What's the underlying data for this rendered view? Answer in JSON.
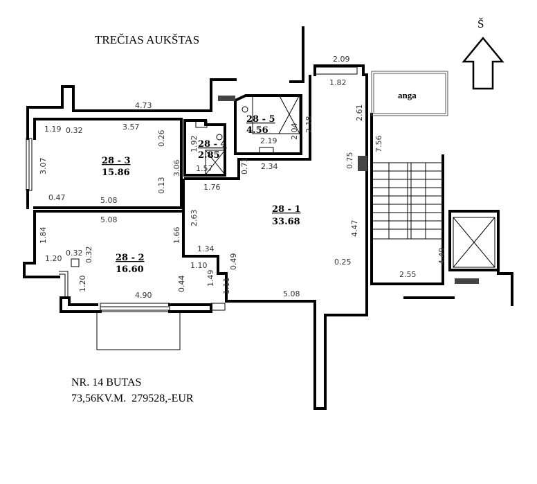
{
  "title": "TREČIAS AUKŠTAS",
  "north_label": "Š",
  "opening_label": "anga",
  "rooms": [
    {
      "id": "28 - 1",
      "area": "33.68"
    },
    {
      "id": "28 - 2",
      "area": "16.60"
    },
    {
      "id": "28 - 3",
      "area": "15.86"
    },
    {
      "id": "28 - 4",
      "area": "2.85"
    },
    {
      "id": "28 - 5",
      "area": "4.56"
    }
  ],
  "dims": [
    "4.73",
    "1.19",
    "0.32",
    "3.57",
    "0.26",
    "3.07",
    "3.06",
    "0.13",
    "0.47",
    "5.08",
    "5.08",
    "1.84",
    "1.20",
    "0.32",
    "0.32",
    "1.20",
    "4.90",
    "0.44",
    "1.10",
    "1.49",
    "1.11",
    "0.49",
    "1.34",
    "1.66",
    "2.63",
    "1.76",
    "5.08",
    "1.92",
    "1.57",
    "0.71",
    "2.34",
    "2.19",
    "2.04",
    "2.18",
    "2.09",
    "1.82",
    "2.61",
    "7.56",
    "0.75",
    "4.47",
    "0.25",
    "2.55",
    "4.49"
  ],
  "footer": {
    "apartment": "NR. 14 BUTAS",
    "area_price": "73,56KV.M.  279528,-EUR"
  }
}
